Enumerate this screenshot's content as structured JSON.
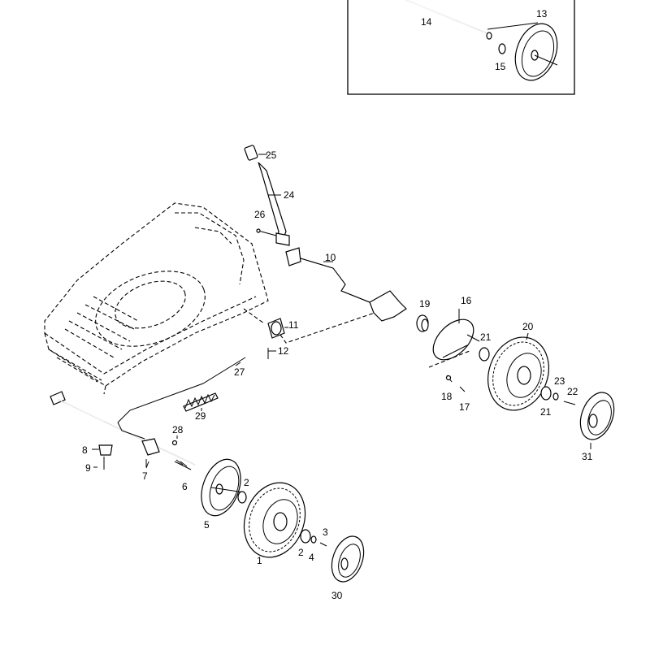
{
  "diagram": {
    "labels": {
      "p1": "1",
      "p2a": "2",
      "p2b": "2",
      "p3": "3",
      "p4": "4",
      "p5": "5",
      "p6": "6",
      "p7": "7",
      "p8": "8",
      "p9": "9",
      "p10": "10",
      "p11": "11",
      "p12": "12",
      "p13": "13",
      "p14": "14",
      "p15": "15",
      "p16": "16",
      "p17": "17",
      "p18": "18",
      "p19": "19",
      "p20": "20",
      "p21a": "21",
      "p21b": "21",
      "p22": "22",
      "p23": "23",
      "p24": "24",
      "p25": "25",
      "p26": "26",
      "p27": "27",
      "p28": "28",
      "p29": "29",
      "p30": "30",
      "p31": "31"
    }
  }
}
